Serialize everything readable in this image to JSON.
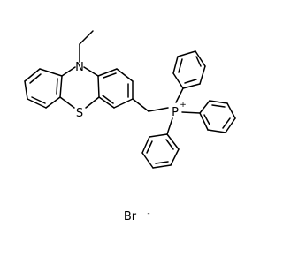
{
  "structure": {
    "atoms": {
      "nitrogen": "N",
      "sulfur": "S",
      "phosphorus": "P",
      "phosphorus_charge": "+",
      "bromine": "Br",
      "bromide_charge": "-"
    }
  }
}
